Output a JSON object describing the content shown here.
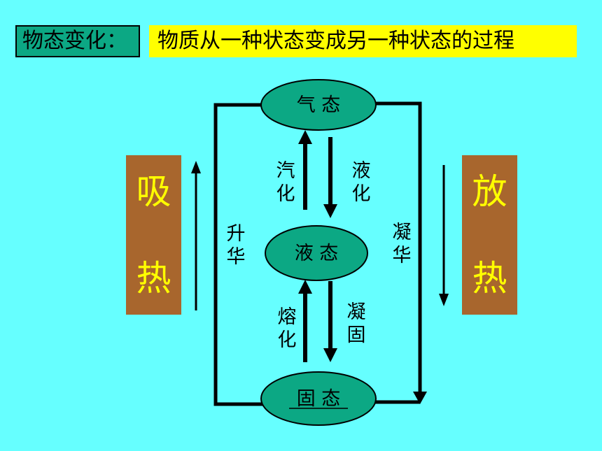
{
  "header": {
    "term": "物态变化：",
    "definition": "物质从一种状态变成另一种状态的过程"
  },
  "heat": {
    "absorb": [
      "吸",
      "热"
    ],
    "release": [
      "放",
      "热"
    ]
  },
  "states": {
    "gas": "气 态",
    "liquid": "液 态",
    "solid": "固 态"
  },
  "processes": {
    "vaporization": [
      "汽",
      "化"
    ],
    "liquefaction": [
      "液",
      "化"
    ],
    "melting": [
      "熔",
      "化"
    ],
    "solidification": [
      "凝",
      "固"
    ],
    "sublimation": [
      "升",
      "华"
    ],
    "deposition": [
      "凝",
      "华"
    ]
  },
  "colors": {
    "background": "#66FFFF",
    "term_box": "#0CA884",
    "definition_box": "#FFFF00",
    "heat_box": "#A8662D",
    "heat_text": "#FFFF00",
    "ellipse": "#0CA884"
  }
}
